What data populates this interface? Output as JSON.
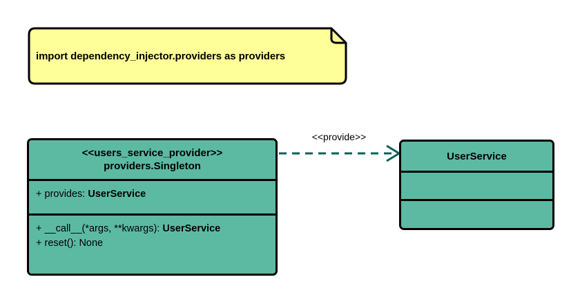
{
  "diagram": {
    "type": "uml-class-diagram",
    "background_color": "#ffffff",
    "note": {
      "text": "import dependency_injector.providers as providers",
      "fill_color": "#ffff99",
      "border_color": "#000000"
    },
    "classes": [
      {
        "id": "users-service-provider",
        "stereotype": "<<users_service_provider>>",
        "name": "providers.Singleton",
        "fill_color": "#5cbaa3",
        "border_color": "#000000",
        "attributes": [
          {
            "visibility": "+",
            "text": "provides: ",
            "type": "UserService"
          }
        ],
        "operations": [
          {
            "visibility": "+",
            "text": "__call__(*args, **kwargs): ",
            "type": "UserService"
          },
          {
            "visibility": "+",
            "text": "reset(): None",
            "type": ""
          }
        ]
      },
      {
        "id": "user-service",
        "stereotype": "",
        "name": "UserService",
        "fill_color": "#5cbaa3",
        "border_color": "#000000",
        "attributes": [],
        "operations": []
      }
    ],
    "relationships": [
      {
        "id": "provide-dependency",
        "label": "<<provide>>",
        "style": "dashed",
        "arrowhead": "open",
        "color": "#04605a",
        "from": "users-service-provider",
        "to": "user-service"
      }
    ]
  }
}
